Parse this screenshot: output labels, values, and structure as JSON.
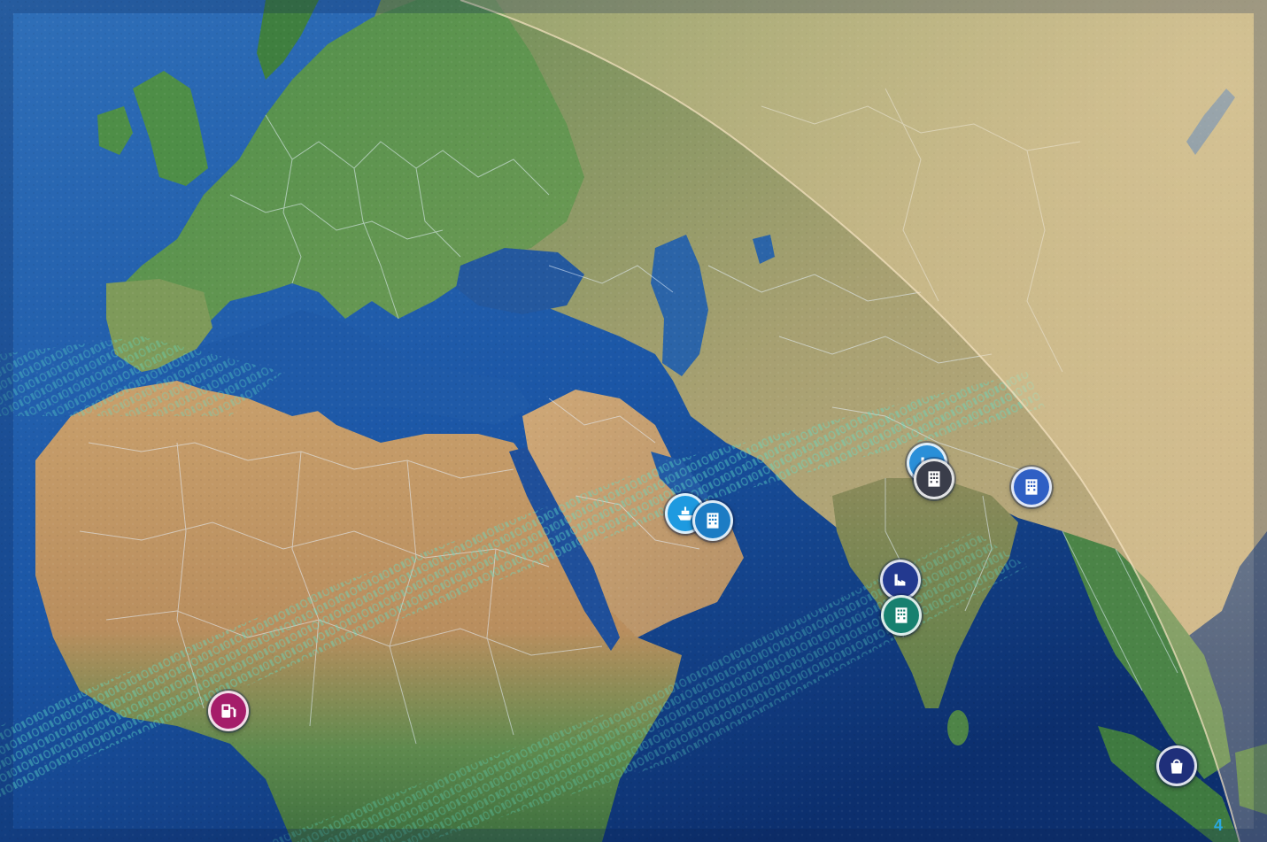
{
  "page": {
    "number": "4"
  },
  "theme": {
    "ocean": "#1b56a6",
    "ocean_deep": "#0c2f6e",
    "land_green": "#4f8f4a",
    "land_desert": "#c79a66",
    "border": "#e8f3ff",
    "arc_tint": "#f4d9a6",
    "binary": "#5fe0c8"
  },
  "markers": [
    {
      "name": "marker-fuel-station-west-africa",
      "icon": "fuel-pump-icon",
      "color": "#a51d6a"
    },
    {
      "name": "marker-ship-gulf",
      "icon": "ship-icon",
      "color": "#1e9ae0"
    },
    {
      "name": "marker-building-gulf",
      "icon": "office-building-icon",
      "color": "#1c7cc4"
    },
    {
      "name": "marker-industry-north-india",
      "icon": "factory-icon",
      "color": "#2a8fd8"
    },
    {
      "name": "marker-building-north-india",
      "icon": "office-building-icon",
      "color": "#3a3d4a"
    },
    {
      "name": "marker-building-bangladesh",
      "icon": "office-building-icon",
      "color": "#2f5fc4"
    },
    {
      "name": "marker-factory-mumbai",
      "icon": "factory-icon",
      "color": "#23398f"
    },
    {
      "name": "marker-building-mumbai",
      "icon": "office-building-icon",
      "color": "#17806f"
    },
    {
      "name": "marker-shopping-sumatra",
      "icon": "shopping-bag-icon",
      "color": "#1f2f7a"
    }
  ]
}
